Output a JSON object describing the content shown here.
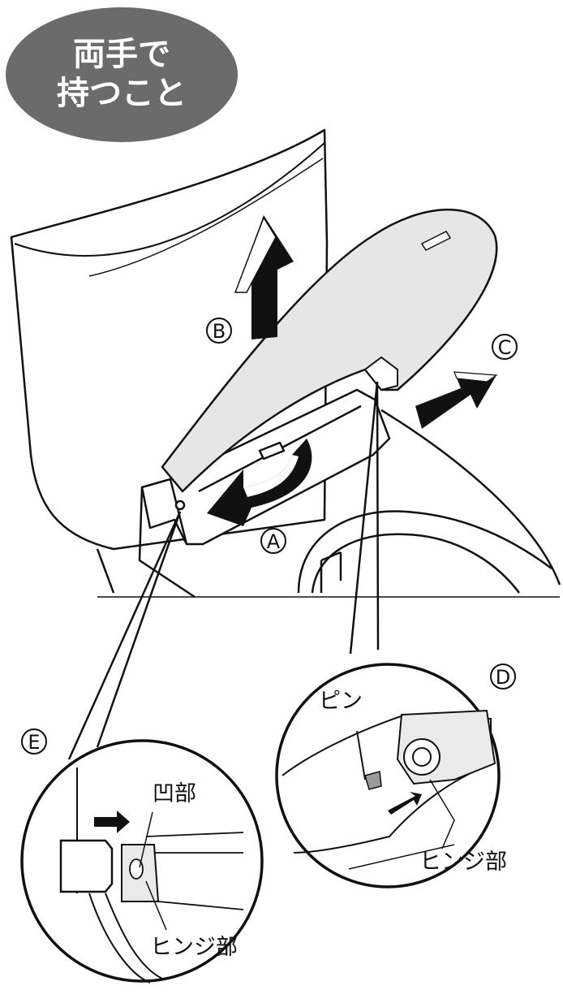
{
  "badge": {
    "line1": "両手で",
    "line2": "持つこと",
    "color": "#6b6b6b"
  },
  "markers": {
    "a": "A",
    "b": "B",
    "c": "C",
    "d": "D",
    "e": "E"
  },
  "detail_d": {
    "pin_label": "ピン",
    "hinge_label": "ヒンジ部"
  },
  "detail_e": {
    "recess_label": "凹部",
    "hinge_label": "ヒンジ部"
  },
  "colors": {
    "lid_fill": "#e6e6e6",
    "line": "#111111",
    "arrow_fill": "#111111"
  }
}
